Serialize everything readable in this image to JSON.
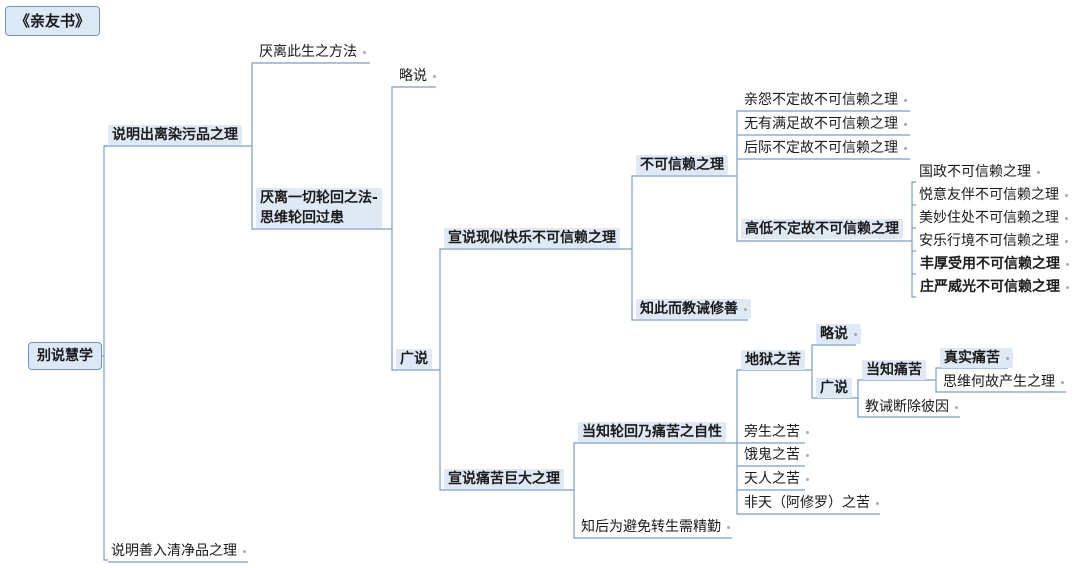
{
  "title": "《亲友书》",
  "root": "别说慧学",
  "l1": {
    "a": "说明出离染污品之理",
    "b": "说明善入清净品之理"
  },
  "l2": {
    "a": "厌离此生之方法",
    "b1": "厌离一切轮回之法-",
    "b2": "思维轮回过患"
  },
  "l3": {
    "a": "略说",
    "b": "广说"
  },
  "l4": {
    "a": "宣说现似快乐不可信赖之理",
    "b": "宣说痛苦巨大之理"
  },
  "l5": {
    "a": "不可信赖之理",
    "b": "知此而教诫修善",
    "c": "当知轮回乃痛苦之自性",
    "d": "知后为避免转生需精勤"
  },
  "l6": {
    "a": "亲怨不定故不可信赖之理",
    "b": "无有满足故不可信赖之理",
    "c": "后际不定故不可信赖之理",
    "d": "高低不定故不可信赖之理"
  },
  "l7": {
    "a": "国政不可信赖之理",
    "b": "悦意友伴不可信赖之理",
    "c": "美妙住处不可信赖之理",
    "d": "安乐行境不可信赖之理",
    "e": "丰厚受用不可信赖之理",
    "f": "庄严威光不可信赖之理"
  },
  "hell": {
    "title": "地狱之苦",
    "brief": "略说",
    "detail": "广说",
    "know": "当知痛苦",
    "real": "真实痛苦",
    "think": "思维何故产生之理",
    "cut": "教诫断除彼因"
  },
  "realms": {
    "animal": "旁生之苦",
    "ghost": "饿鬼之苦",
    "god": "天人之苦",
    "asura": "非天（阿修罗）之苦"
  },
  "colors": {
    "line": "#6f93c6",
    "box": "#dce8f7",
    "highlight": "#dfe8f5"
  }
}
